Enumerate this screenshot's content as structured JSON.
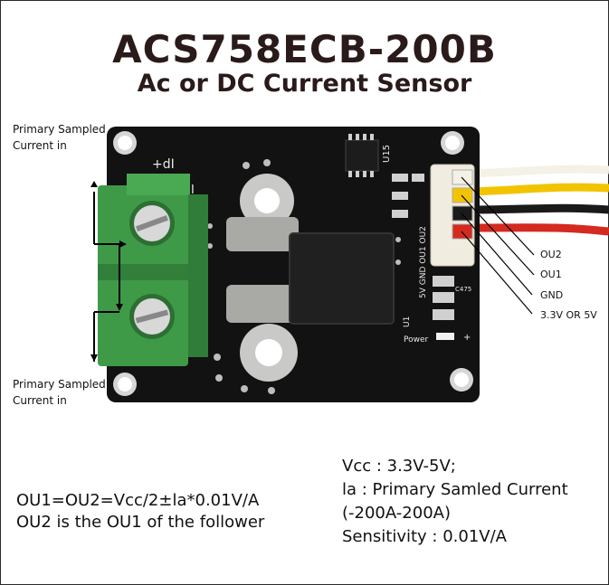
{
  "title": "ACS758ECB-200B",
  "subtitle": "Ac or DC Current Sensor",
  "callout_top": [
    "Primary Sampled",
    "Current in"
  ],
  "callout_bottom": [
    "Primary Sampled",
    "Current in"
  ],
  "wire_labels": [
    "OU2",
    "OU1",
    "GND",
    "3.3V OR 5V"
  ],
  "silkscreen": {
    "plus_di": "+dI",
    "minus_di": "-dI",
    "chip": "U15",
    "pins": "5V GND OU1 OU2",
    "sensor": "U1",
    "power": "Power",
    "cap": "C475",
    "plus": "+"
  },
  "formula_lines": [
    "OU1=OU2=Vcc/2±la*0.01V/A",
    "OU2 is the OU1 of the follower"
  ],
  "spec_lines": [
    "Vcc : 3.3V-5V;",
    "la  :  Primary Samled Current",
    "(-200A-200A)",
    "Sensitivity  : 0.01V/A"
  ],
  "colors": {
    "pcb": "#121212",
    "terminal": "#3f9a48",
    "copper_tab": "#a9aaa6",
    "wire_yellow": "#f2c400",
    "wire_black": "#1a1a1a",
    "wire_red": "#d42a1f",
    "wire_white": "#f4f1e6"
  }
}
